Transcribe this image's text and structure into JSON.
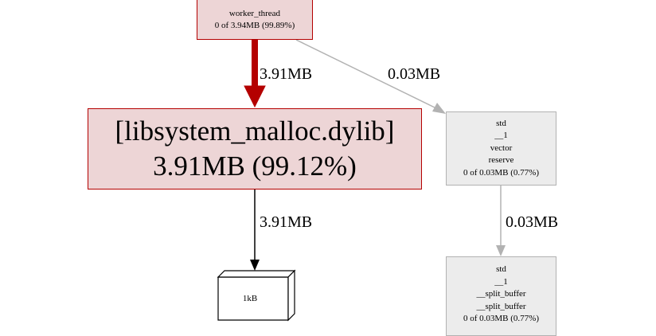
{
  "graph": {
    "nodes": {
      "worker_thread": {
        "lines": [
          "worker_thread",
          "0 of 3.94MB (99.89%)"
        ]
      },
      "malloc": {
        "lines": [
          "[libsystem_malloc.dylib]",
          "3.91MB (99.12%)"
        ]
      },
      "reserve": {
        "lines": [
          "std",
          "__1",
          "vector",
          "reserve",
          "0 of 0.03MB (0.77%)"
        ]
      },
      "split_buffer": {
        "lines": [
          "std",
          "__1",
          "__split_buffer",
          "__split_buffer",
          "0 of 0.03MB (0.77%)"
        ]
      },
      "leaf": {
        "label": "1kB"
      }
    },
    "edges": [
      {
        "from": "worker_thread",
        "to": "malloc",
        "label": "3.91MB",
        "color": "#b40000"
      },
      {
        "from": "worker_thread",
        "to": "reserve",
        "label": "0.03MB",
        "color": "#b2b2b2"
      },
      {
        "from": "malloc",
        "to": "leaf",
        "label": "3.91MB",
        "color": "#000000"
      },
      {
        "from": "reserve",
        "to": "split_buffer",
        "label": "0.03MB",
        "color": "#b2b2b2"
      }
    ]
  },
  "colors": {
    "hot_fill": "#edd5d6",
    "hot_border": "#b40000",
    "cold_fill": "#ececec",
    "cold_border": "#b2b2b2"
  }
}
